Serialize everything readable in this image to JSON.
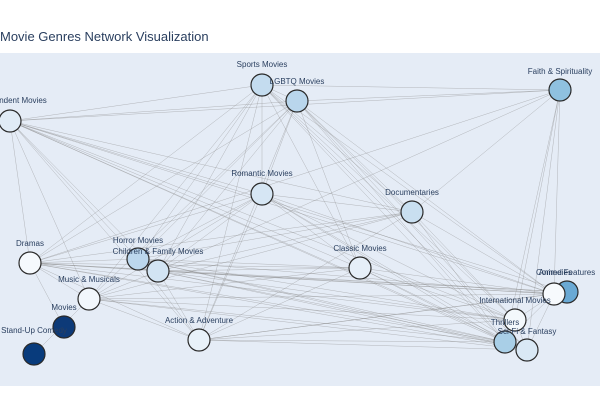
{
  "title": "Movie Genres Network Visualization",
  "chart_data": {
    "type": "network",
    "title": "Movie Genres Network Visualization",
    "grid": false,
    "legend": false,
    "nodes": [
      {
        "id": "sports",
        "label": "Sports Movies",
        "color": "#c4dcef"
      },
      {
        "id": "lgbtq",
        "label": "LGBTQ Movies",
        "color": "#b9d6ec"
      },
      {
        "id": "faith",
        "label": "Faith & Spirituality",
        "color": "#8fc1e0"
      },
      {
        "id": "independent",
        "label": "ndent Movies",
        "color": "#e0ebf6"
      },
      {
        "id": "romantic",
        "label": "Romantic Movies",
        "color": "#d6e6f4"
      },
      {
        "id": "documentaries",
        "label": "Documentaries",
        "color": "#c9dff0"
      },
      {
        "id": "dramas",
        "label": "Dramas",
        "color": "#f5f9fd"
      },
      {
        "id": "horror",
        "label": "Horror Movies",
        "color": "#bcd7ed"
      },
      {
        "id": "children",
        "label": "Children & Family Movies",
        "color": "#d2e4f3"
      },
      {
        "id": "classic",
        "label": "Classic Movies",
        "color": "#e6eff8"
      },
      {
        "id": "music",
        "label": "Music & Musicals",
        "color": "#f2f7fc"
      },
      {
        "id": "movies",
        "label": "Movies",
        "color": "#0d3a78"
      },
      {
        "id": "standup",
        "label": "Stand-Up Comedy",
        "color": "#083b7c"
      },
      {
        "id": "action",
        "label": "Action & Adventure",
        "color": "#e8f1f9"
      },
      {
        "id": "anime",
        "label": "Anime Features",
        "color": "#6aa9d4"
      },
      {
        "id": "comedies",
        "label": "Comedies",
        "color": "#f7fafd"
      },
      {
        "id": "international",
        "label": "International Movies",
        "color": "#f3f8fc"
      },
      {
        "id": "thrillers",
        "label": "Thrillers",
        "color": "#a9cfe7"
      },
      {
        "id": "scifi",
        "label": "Sci-Fi & Fantasy",
        "color": "#d9e8f5"
      }
    ],
    "edges": [
      [
        "independent",
        "sports"
      ],
      [
        "independent",
        "lgbtq"
      ],
      [
        "independent",
        "faith"
      ],
      [
        "independent",
        "romantic"
      ],
      [
        "independent",
        "documentaries"
      ],
      [
        "independent",
        "dramas"
      ],
      [
        "independent",
        "horror"
      ],
      [
        "independent",
        "children"
      ],
      [
        "independent",
        "classic"
      ],
      [
        "independent",
        "music"
      ],
      [
        "independent",
        "action"
      ],
      [
        "independent",
        "comedies"
      ],
      [
        "independent",
        "international"
      ],
      [
        "independent",
        "thrillers"
      ],
      [
        "independent",
        "scifi"
      ],
      [
        "independent",
        "anime"
      ],
      [
        "sports",
        "lgbtq"
      ],
      [
        "sports",
        "faith"
      ],
      [
        "sports",
        "romantic"
      ],
      [
        "sports",
        "documentaries"
      ],
      [
        "sports",
        "dramas"
      ],
      [
        "sports",
        "horror"
      ],
      [
        "sports",
        "children"
      ],
      [
        "sports",
        "classic"
      ],
      [
        "sports",
        "music"
      ],
      [
        "sports",
        "action"
      ],
      [
        "sports",
        "comedies"
      ],
      [
        "sports",
        "international"
      ],
      [
        "sports",
        "thrillers"
      ],
      [
        "sports",
        "scifi"
      ],
      [
        "lgbtq",
        "faith"
      ],
      [
        "lgbtq",
        "romantic"
      ],
      [
        "lgbtq",
        "documentaries"
      ],
      [
        "lgbtq",
        "dramas"
      ],
      [
        "lgbtq",
        "horror"
      ],
      [
        "lgbtq",
        "children"
      ],
      [
        "lgbtq",
        "classic"
      ],
      [
        "lgbtq",
        "music"
      ],
      [
        "lgbtq",
        "action"
      ],
      [
        "lgbtq",
        "comedies"
      ],
      [
        "lgbtq",
        "international"
      ],
      [
        "lgbtq",
        "thrillers"
      ],
      [
        "lgbtq",
        "scifi"
      ],
      [
        "faith",
        "documentaries"
      ],
      [
        "faith",
        "dramas"
      ],
      [
        "faith",
        "children"
      ],
      [
        "faith",
        "comedies"
      ],
      [
        "faith",
        "international"
      ],
      [
        "faith",
        "thrillers"
      ],
      [
        "faith",
        "scifi"
      ],
      [
        "romantic",
        "documentaries"
      ],
      [
        "romantic",
        "dramas"
      ],
      [
        "romantic",
        "horror"
      ],
      [
        "romantic",
        "children"
      ],
      [
        "romantic",
        "classic"
      ],
      [
        "romantic",
        "music"
      ],
      [
        "romantic",
        "action"
      ],
      [
        "romantic",
        "comedies"
      ],
      [
        "romantic",
        "international"
      ],
      [
        "romantic",
        "thrillers"
      ],
      [
        "romantic",
        "scifi"
      ],
      [
        "documentaries",
        "dramas"
      ],
      [
        "documentaries",
        "horror"
      ],
      [
        "documentaries",
        "children"
      ],
      [
        "documentaries",
        "music"
      ],
      [
        "documentaries",
        "action"
      ],
      [
        "documentaries",
        "comedies"
      ],
      [
        "documentaries",
        "international"
      ],
      [
        "documentaries",
        "thrillers"
      ],
      [
        "dramas",
        "horror"
      ],
      [
        "dramas",
        "children"
      ],
      [
        "dramas",
        "classic"
      ],
      [
        "dramas",
        "music"
      ],
      [
        "dramas",
        "action"
      ],
      [
        "dramas",
        "comedies"
      ],
      [
        "dramas",
        "international"
      ],
      [
        "dramas",
        "thrillers"
      ],
      [
        "dramas",
        "scifi"
      ],
      [
        "dramas",
        "anime"
      ],
      [
        "dramas",
        "movies"
      ],
      [
        "horror",
        "children"
      ],
      [
        "horror",
        "classic"
      ],
      [
        "horror",
        "action"
      ],
      [
        "horror",
        "comedies"
      ],
      [
        "horror",
        "international"
      ],
      [
        "horror",
        "thrillers"
      ],
      [
        "horror",
        "scifi"
      ],
      [
        "children",
        "classic"
      ],
      [
        "children",
        "music"
      ],
      [
        "children",
        "action"
      ],
      [
        "children",
        "comedies"
      ],
      [
        "children",
        "international"
      ],
      [
        "children",
        "thrillers"
      ],
      [
        "children",
        "scifi"
      ],
      [
        "children",
        "anime"
      ],
      [
        "classic",
        "music"
      ],
      [
        "classic",
        "action"
      ],
      [
        "classic",
        "comedies"
      ],
      [
        "classic",
        "international"
      ],
      [
        "classic",
        "thrillers"
      ],
      [
        "classic",
        "scifi"
      ],
      [
        "music",
        "action"
      ],
      [
        "music",
        "comedies"
      ],
      [
        "music",
        "international"
      ],
      [
        "music",
        "thrillers"
      ],
      [
        "music",
        "scifi"
      ],
      [
        "music",
        "standup"
      ],
      [
        "action",
        "comedies"
      ],
      [
        "action",
        "international"
      ],
      [
        "action",
        "thrillers"
      ],
      [
        "action",
        "scifi"
      ],
      [
        "action",
        "anime"
      ],
      [
        "comedies",
        "international"
      ],
      [
        "comedies",
        "thrillers"
      ],
      [
        "comedies",
        "scifi"
      ],
      [
        "comedies",
        "anime"
      ],
      [
        "international",
        "thrillers"
      ],
      [
        "international",
        "scifi"
      ],
      [
        "thrillers",
        "scifi"
      ]
    ]
  }
}
